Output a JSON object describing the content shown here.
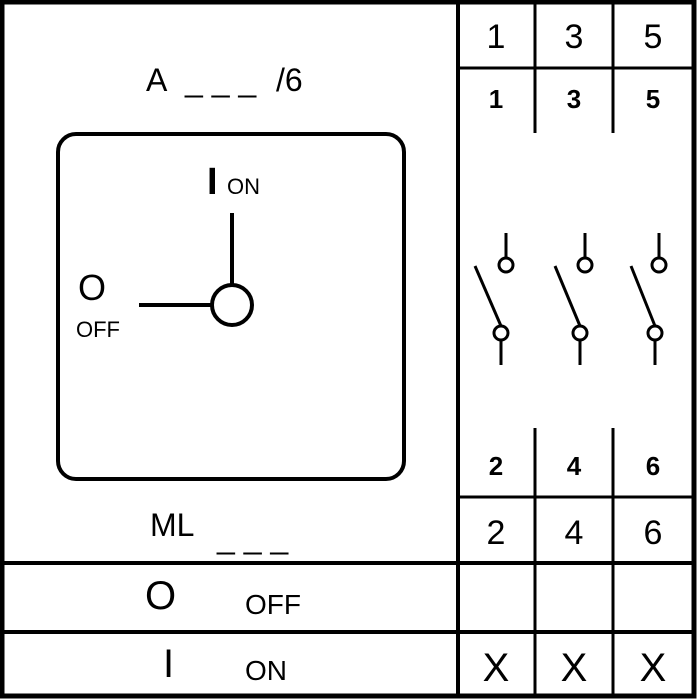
{
  "model": {
    "code_prefix": "A",
    "code_blank": "_ _ _",
    "code_suffix": "/6",
    "mount_prefix": "ML",
    "mount_blank": "_ _ _"
  },
  "dial": {
    "on_symbol": "I",
    "on_text": "ON",
    "off_symbol": "O",
    "off_text": "OFF"
  },
  "terminals": {
    "top": [
      "1",
      "3",
      "5"
    ],
    "bottom": [
      "2",
      "4",
      "6"
    ]
  },
  "contact_terminals": {
    "top": [
      "1",
      "3",
      "5"
    ],
    "bottom": [
      "2",
      "4",
      "6"
    ]
  },
  "switching_table": {
    "rows": [
      {
        "symbol": "O",
        "label": "OFF",
        "marks": [
          "",
          "",
          ""
        ]
      },
      {
        "symbol": "I",
        "label": "ON",
        "marks": [
          "X",
          "X",
          "X"
        ]
      }
    ]
  },
  "colors": {
    "line": "#000000",
    "background": "#ffffff"
  }
}
